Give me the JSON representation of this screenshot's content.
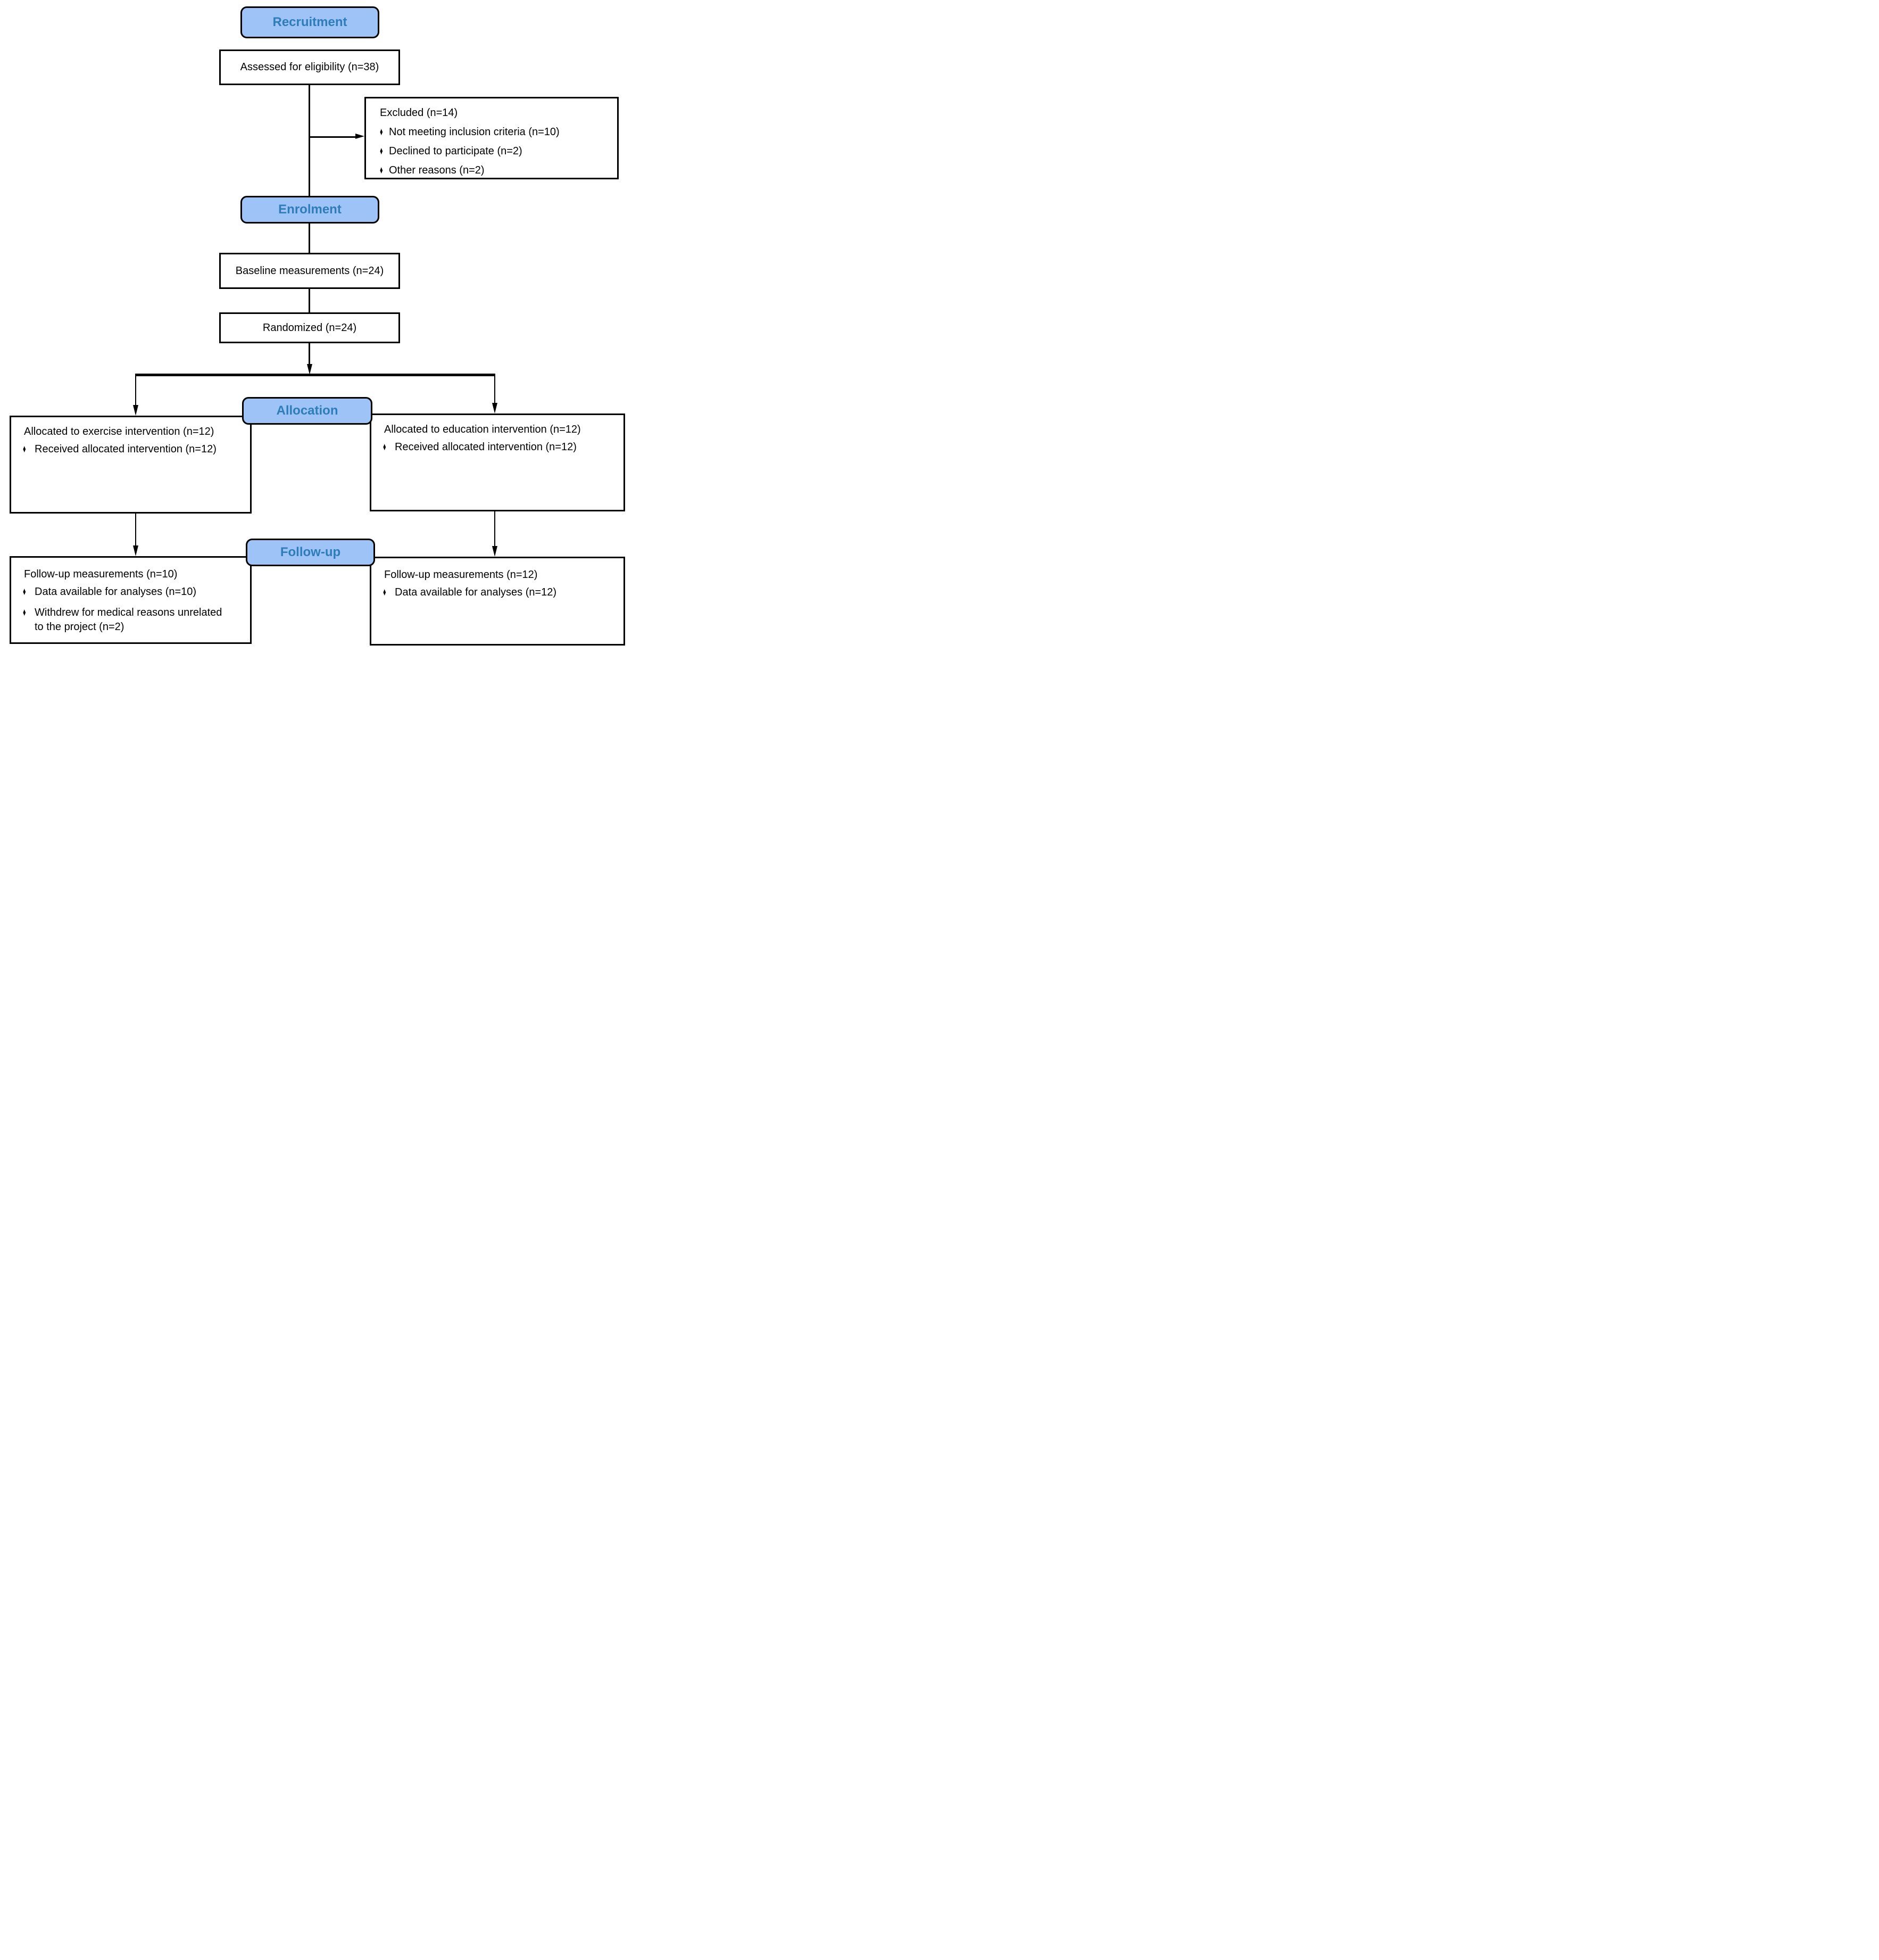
{
  "colors": {
    "stage_fill": "#9dc3f7",
    "stage_text": "#2e7cb8",
    "box_border": "#000000",
    "background": "#ffffff"
  },
  "glyphs": {
    "diamond": "♦"
  },
  "stages": {
    "recruitment": "Recruitment",
    "enrolment": "Enrolment",
    "allocation": "Allocation",
    "followup": "Follow-up"
  },
  "boxes": {
    "assessed": {
      "text": "Assessed for eligibility (n=38)"
    },
    "excluded": {
      "title": "Excluded (n=14)",
      "bullets": [
        "Not meeting inclusion criteria (n=10)",
        "Declined to participate (n=2)",
        "Other reasons (n=2)"
      ]
    },
    "baseline": {
      "text": "Baseline measurements (n=24)"
    },
    "randomized": {
      "text": "Randomized (n=24)"
    },
    "alloc_left": {
      "title": "Allocated to exercise intervention (n=12)",
      "bullets": [
        "Received allocated intervention (n=12)"
      ]
    },
    "alloc_right": {
      "title": "Allocated to education intervention (n=12)",
      "bullets": [
        "Received allocated intervention (n=12)"
      ]
    },
    "followup_left": {
      "title": "Follow-up measurements (n=10)",
      "bullets": [
        "Data available for analyses (n=10)",
        "Withdrew for medical reasons unrelated to the project (n=2)"
      ]
    },
    "followup_right": {
      "title": "Follow-up measurements (n=12)",
      "bullets": [
        "Data available for analyses (n=12)"
      ]
    }
  }
}
